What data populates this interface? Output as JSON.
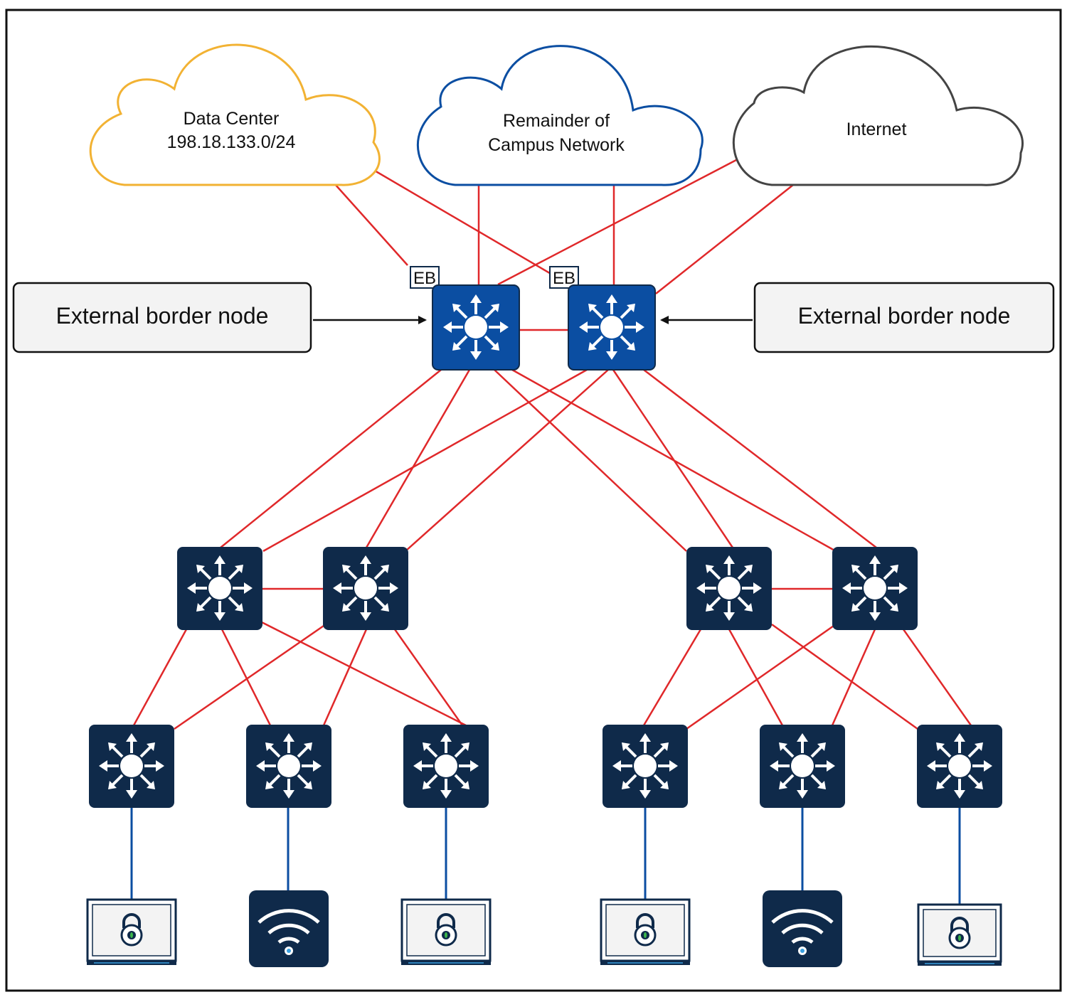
{
  "clouds": {
    "data_center": {
      "line1": "Data Center",
      "line2": "198.18.133.0/24",
      "color": "#f2b233"
    },
    "campus": {
      "line1": "Remainder of",
      "line2": "Campus Network",
      "color": "#0b4ea2"
    },
    "internet": {
      "line1": "Internet",
      "color": "#444444"
    }
  },
  "callouts": {
    "left": "External border node",
    "right": "External border node"
  },
  "badges": {
    "left": "EB",
    "right": "EB"
  },
  "colors": {
    "link": "#e0282a",
    "access_link": "#0b4ea2",
    "border_switch": "#0b4ea2",
    "switch": "#0f2a4a",
    "callout_bg": "#f3f3f3"
  },
  "icons": {
    "border_switch": "layer3-switch-icon",
    "distribution_switch": "layer3-switch-icon",
    "access_switch": "layer3-switch-icon",
    "laptop": "secure-laptop-icon",
    "access_point": "wireless-access-point-icon"
  }
}
